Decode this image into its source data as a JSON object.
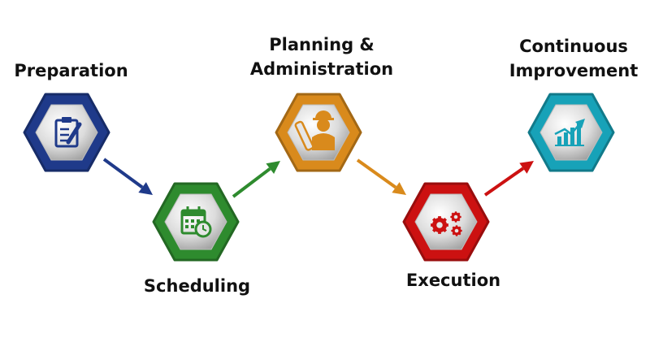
{
  "steps": [
    {
      "label_lines": [
        "Preparation"
      ],
      "color": "#1f3a8a",
      "icon": "clipboard-pencil-icon"
    },
    {
      "label_lines": [
        "Scheduling"
      ],
      "color": "#2e8b2e",
      "icon": "calendar-clock-icon"
    },
    {
      "label_lines": [
        "Planning &",
        "Administration"
      ],
      "color": "#d98a1c",
      "icon": "engineer-blueprint-icon"
    },
    {
      "label_lines": [
        "Execution"
      ],
      "color": "#cc1111",
      "icon": "gears-icon"
    },
    {
      "label_lines": [
        "Continuous",
        "Improvement"
      ],
      "color": "#17a2b8",
      "icon": "growth-chart-icon"
    }
  ],
  "arrows": [
    {
      "from": "Preparation",
      "to": "Scheduling",
      "color": "#1f3a8a"
    },
    {
      "from": "Scheduling",
      "to": "Planning & Administration",
      "color": "#2e8b2e"
    },
    {
      "from": "Planning & Administration",
      "to": "Execution",
      "color": "#d98a1c"
    },
    {
      "from": "Execution",
      "to": "Continuous Improvement",
      "color": "#cc1111"
    }
  ]
}
